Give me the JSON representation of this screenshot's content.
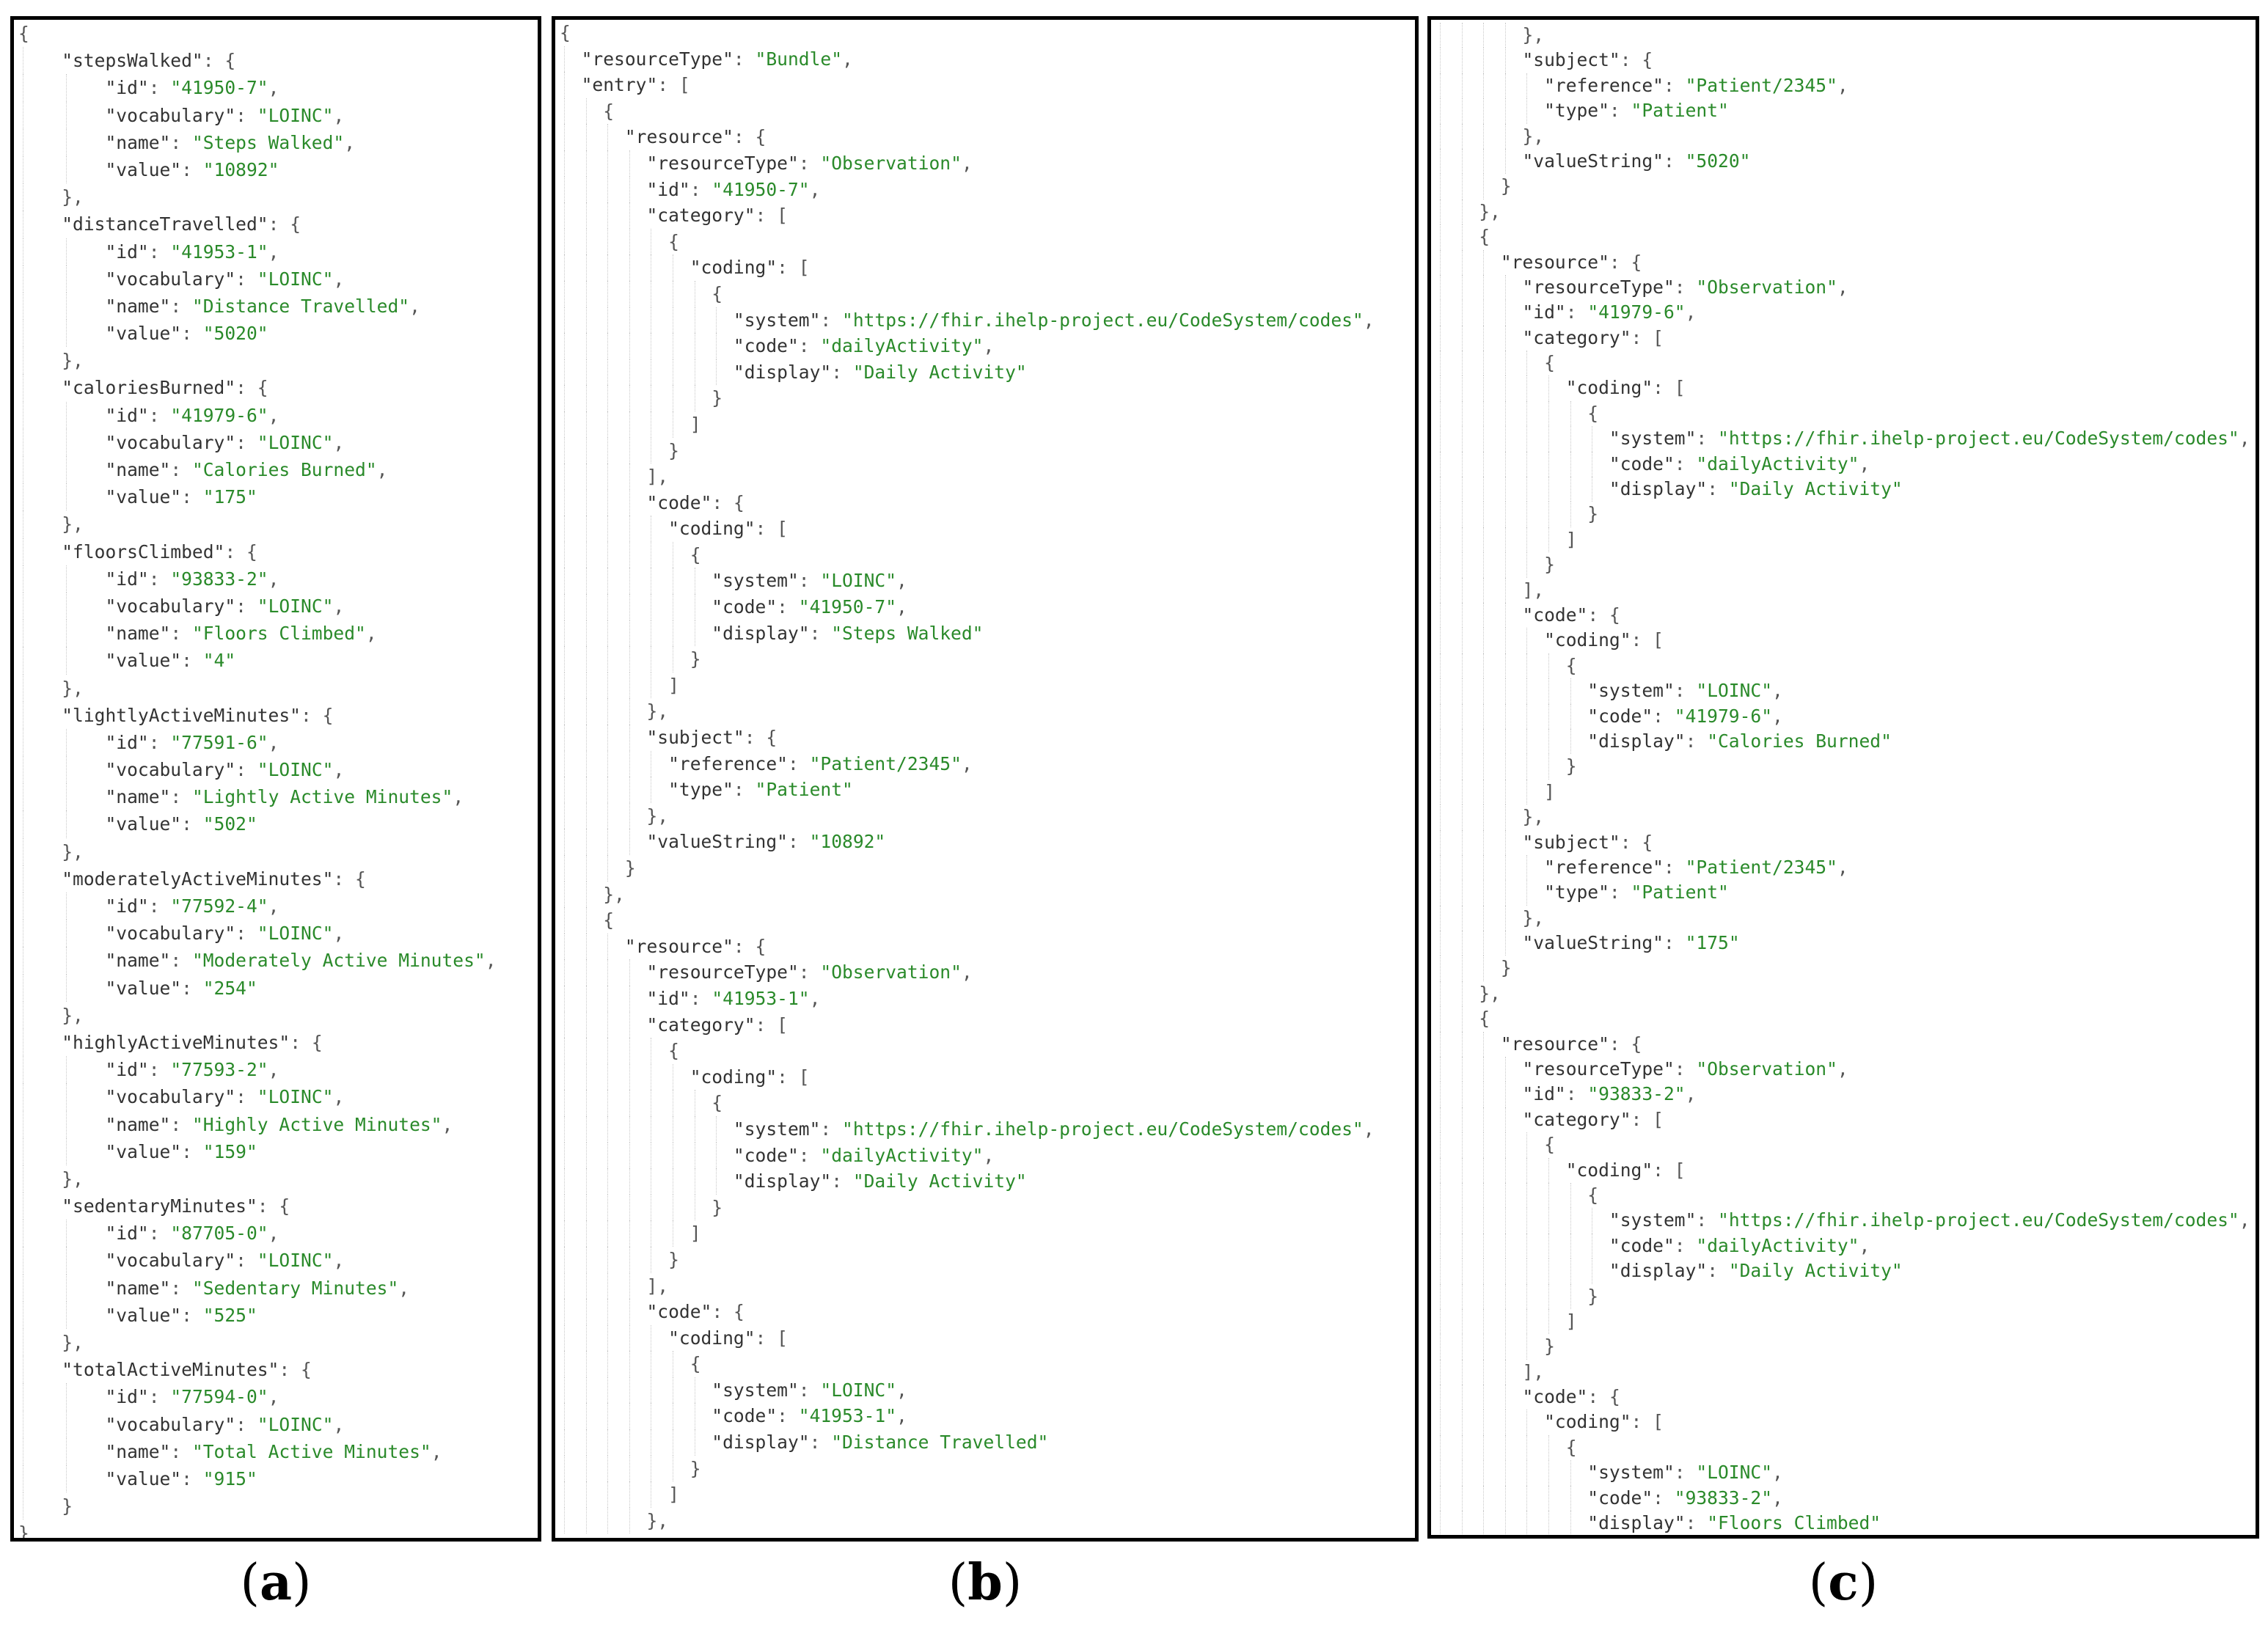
{
  "captions": {
    "a": {
      "open": "(",
      "letter": "a",
      "close": ")"
    },
    "b": {
      "open": "(",
      "letter": "b",
      "close": ")"
    },
    "c": {
      "open": "(",
      "letter": "c",
      "close": ")"
    }
  },
  "panels": {
    "a": [
      "{",
      "    \"stepsWalked\": {",
      "        \"id\": \"41950-7\",",
      "        \"vocabulary\": \"LOINC\",",
      "        \"name\": \"Steps Walked\",",
      "        \"value\": \"10892\"",
      "    },",
      "    \"distanceTravelled\": {",
      "        \"id\": \"41953-1\",",
      "        \"vocabulary\": \"LOINC\",",
      "        \"name\": \"Distance Travelled\",",
      "        \"value\": \"5020\"",
      "    },",
      "    \"caloriesBurned\": {",
      "        \"id\": \"41979-6\",",
      "        \"vocabulary\": \"LOINC\",",
      "        \"name\": \"Calories Burned\",",
      "        \"value\": \"175\"",
      "    },",
      "    \"floorsClimbed\": {",
      "        \"id\": \"93833-2\",",
      "        \"vocabulary\": \"LOINC\",",
      "        \"name\": \"Floors Climbed\",",
      "        \"value\": \"4\"",
      "    },",
      "    \"lightlyActiveMinutes\": {",
      "        \"id\": \"77591-6\",",
      "        \"vocabulary\": \"LOINC\",",
      "        \"name\": \"Lightly Active Minutes\",",
      "        \"value\": \"502\"",
      "    },",
      "    \"moderatelyActiveMinutes\": {",
      "        \"id\": \"77592-4\",",
      "        \"vocabulary\": \"LOINC\",",
      "        \"name\": \"Moderately Active Minutes\",",
      "        \"value\": \"254\"",
      "    },",
      "    \"highlyActiveMinutes\": {",
      "        \"id\": \"77593-2\",",
      "        \"vocabulary\": \"LOINC\",",
      "        \"name\": \"Highly Active Minutes\",",
      "        \"value\": \"159\"",
      "    },",
      "    \"sedentaryMinutes\": {",
      "        \"id\": \"87705-0\",",
      "        \"vocabulary\": \"LOINC\",",
      "        \"name\": \"Sedentary Minutes\",",
      "        \"value\": \"525\"",
      "    },",
      "    \"totalActiveMinutes\": {",
      "        \"id\": \"77594-0\",",
      "        \"vocabulary\": \"LOINC\",",
      "        \"name\": \"Total Active Minutes\",",
      "        \"value\": \"915\"",
      "    }",
      "}"
    ],
    "b": [
      "{",
      "  \"resourceType\": \"Bundle\",",
      "  \"entry\": [",
      "    {",
      "      \"resource\": {",
      "        \"resourceType\": \"Observation\",",
      "        \"id\": \"41950-7\",",
      "        \"category\": [",
      "          {",
      "            \"coding\": [",
      "              {",
      "                \"system\": \"https://fhir.ihelp-project.eu/CodeSystem/codes\",",
      "                \"code\": \"dailyActivity\",",
      "                \"display\": \"Daily Activity\"",
      "              }",
      "            ]",
      "          }",
      "        ],",
      "        \"code\": {",
      "          \"coding\": [",
      "            {",
      "              \"system\": \"LOINC\",",
      "              \"code\": \"41950-7\",",
      "              \"display\": \"Steps Walked\"",
      "            }",
      "          ]",
      "        },",
      "        \"subject\": {",
      "          \"reference\": \"Patient/2345\",",
      "          \"type\": \"Patient\"",
      "        },",
      "        \"valueString\": \"10892\"",
      "      }",
      "    },",
      "    {",
      "      \"resource\": {",
      "        \"resourceType\": \"Observation\",",
      "        \"id\": \"41953-1\",",
      "        \"category\": [",
      "          {",
      "            \"coding\": [",
      "              {",
      "                \"system\": \"https://fhir.ihelp-project.eu/CodeSystem/codes\",",
      "                \"code\": \"dailyActivity\",",
      "                \"display\": \"Daily Activity\"",
      "              }",
      "            ]",
      "          }",
      "        ],",
      "        \"code\": {",
      "          \"coding\": [",
      "            {",
      "              \"system\": \"LOINC\",",
      "              \"code\": \"41953-1\",",
      "              \"display\": \"Distance Travelled\"",
      "            }",
      "          ]",
      "        },"
    ],
    "c": [
      "        },",
      "        \"subject\": {",
      "          \"reference\": \"Patient/2345\",",
      "          \"type\": \"Patient\"",
      "        },",
      "        \"valueString\": \"5020\"",
      "      }",
      "    },",
      "    {",
      "      \"resource\": {",
      "        \"resourceType\": \"Observation\",",
      "        \"id\": \"41979-6\",",
      "        \"category\": [",
      "          {",
      "            \"coding\": [",
      "              {",
      "                \"system\": \"https://fhir.ihelp-project.eu/CodeSystem/codes\",",
      "                \"code\": \"dailyActivity\",",
      "                \"display\": \"Daily Activity\"",
      "              }",
      "            ]",
      "          }",
      "        ],",
      "        \"code\": {",
      "          \"coding\": [",
      "            {",
      "              \"system\": \"LOINC\",",
      "              \"code\": \"41979-6\",",
      "              \"display\": \"Calories Burned\"",
      "            }",
      "          ]",
      "        },",
      "        \"subject\": {",
      "          \"reference\": \"Patient/2345\",",
      "          \"type\": \"Patient\"",
      "        },",
      "        \"valueString\": \"175\"",
      "      }",
      "    },",
      "    {",
      "      \"resource\": {",
      "        \"resourceType\": \"Observation\",",
      "        \"id\": \"93833-2\",",
      "        \"category\": [",
      "          {",
      "            \"coding\": [",
      "              {",
      "                \"system\": \"https://fhir.ihelp-project.eu/CodeSystem/codes\",",
      "                \"code\": \"dailyActivity\",",
      "                \"display\": \"Daily Activity\"",
      "              }",
      "            ]",
      "          }",
      "        ],",
      "        \"code\": {",
      "          \"coding\": [",
      "            {",
      "              \"system\": \"LOINC\",",
      "              \"code\": \"93833-2\",",
      "              \"display\": \"Floors Climbed\"",
      "            }"
    ]
  }
}
